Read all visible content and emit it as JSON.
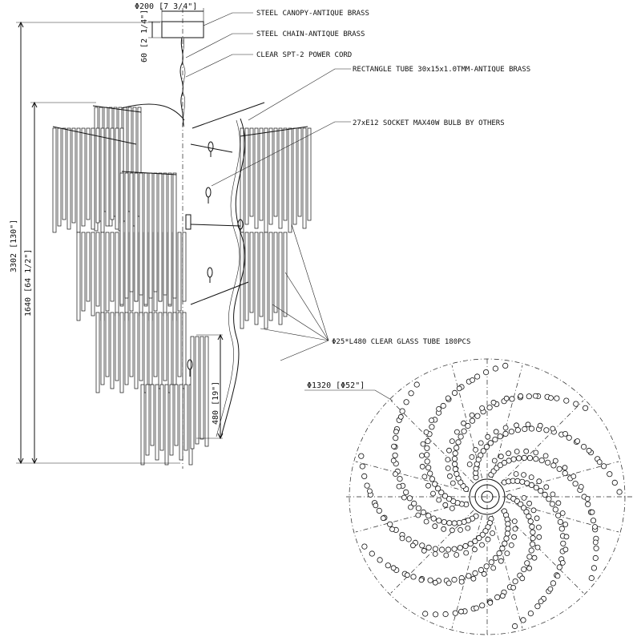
{
  "callouts": {
    "canopy": "STEEL CANOPY-ANTIQUE BRASS",
    "chain": "STEEL CHAIN-ANTIQUE BRASS",
    "cord": "CLEAR SPT-2 POWER CORD",
    "frame": "RECTANGLE TUBE 30x15x1.0TMM-ANTIQUE BRASS",
    "socket": "27xE12 SOCKET MAX40W BULB BY OTHERS",
    "glass": "Φ25*L480 CLEAR GLASS TUBE 180PCS"
  },
  "dimensions": {
    "canopy_diameter": "Φ200 [7 3/4\"]",
    "canopy_height": "60 [2 1/4\"]",
    "overall_height": "3302 [130\"]",
    "body_height": "1640 [64 1/2\"]",
    "tube_length": "480 [19\"]",
    "top_diameter": "Φ1320 [Φ52\"]"
  }
}
